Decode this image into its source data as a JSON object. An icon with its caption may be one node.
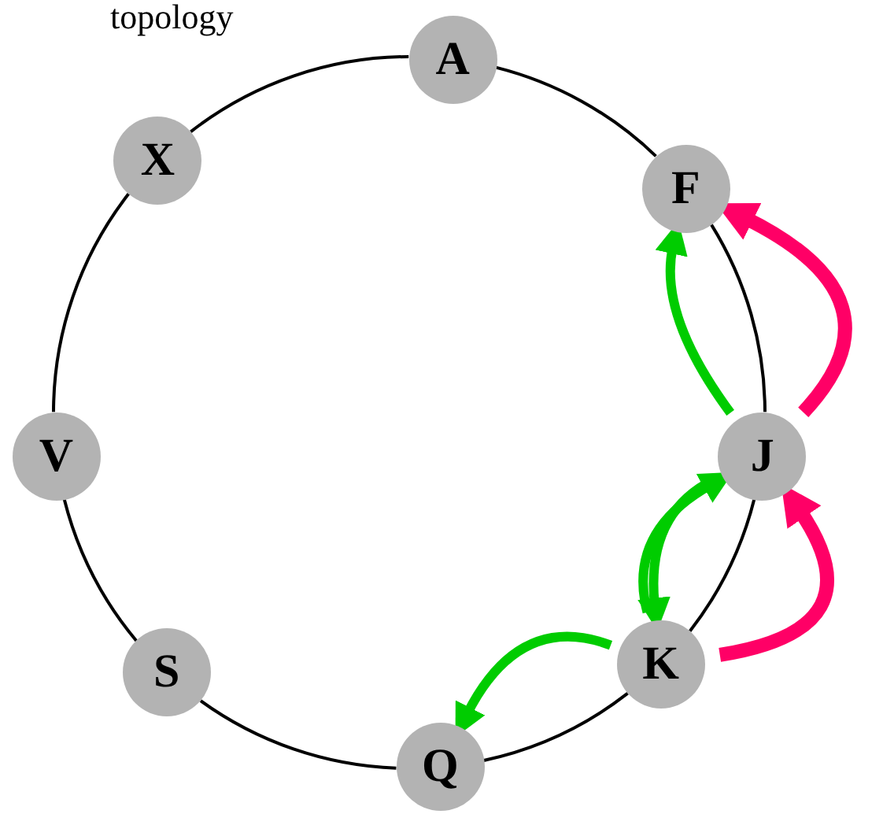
{
  "diagram": {
    "title": "topology",
    "nodes": [
      {
        "text": [
          "A"
        ]
      },
      {
        "text": [
          "X"
        ]
      },
      {
        "text": [
          "F"
        ]
      },
      {
        "text": [
          "V"
        ]
      },
      {
        "text": [
          "J"
        ]
      },
      {
        "text": [
          "S"
        ]
      },
      {
        "text": [
          "K"
        ]
      },
      {
        "text": [
          "Q"
        ]
      }
    ],
    "edges": [
      {
        "from": 0,
        "to": 2,
        "arrow": "none"
      },
      {
        "from": 2,
        "to": 4,
        "arrow": "none"
      },
      {
        "from": 4,
        "to": 6,
        "arrow": "none"
      },
      {
        "from": 6,
        "to": 7,
        "arrow": "none"
      },
      {
        "from": 7,
        "to": 5,
        "arrow": "none"
      },
      {
        "from": 5,
        "to": 3,
        "arrow": "none"
      },
      {
        "from": 3,
        "to": 1,
        "arrow": "none"
      },
      {
        "from": 1,
        "to": 0,
        "arrow": "none"
      },
      {
        "from": 4,
        "to": 2,
        "arrow": "to",
        "style": "thick",
        "color": "#00cc00"
      },
      {
        "from": 6,
        "to": 4,
        "arrow": "to",
        "style": "thick",
        "color": "#00cc00"
      },
      {
        "from": 4,
        "to": 6,
        "arrow": "to",
        "style": "thick",
        "color": "#00cc00"
      },
      {
        "from": 6,
        "to": 7,
        "arrow": "to",
        "style": "thick",
        "color": "#00cc00"
      },
      {
        "from": 4,
        "to": 2,
        "arrow": "to",
        "style": "thick",
        "color": "#ff0066"
      },
      {
        "from": 6,
        "to": 4,
        "arrow": "to",
        "style": "thick",
        "color": "#ff0066"
      }
    ]
  }
}
